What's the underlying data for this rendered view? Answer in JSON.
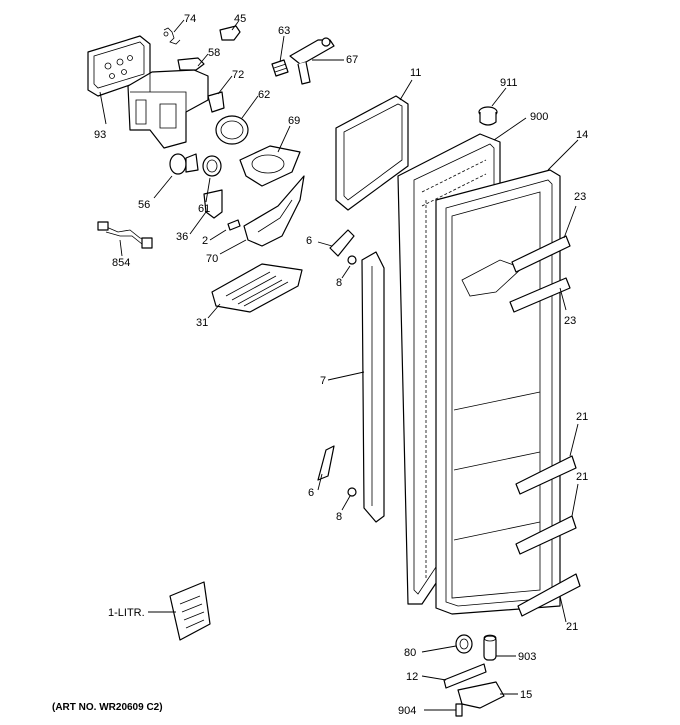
{
  "diagram": {
    "art_number": "(ART NO. WR20609 C2)",
    "callouts": {
      "c74": "74",
      "c45": "45",
      "c63": "63",
      "c67": "67",
      "c58": "58",
      "c72": "72",
      "c62": "62",
      "c93": "93",
      "c69": "69",
      "c56": "56",
      "c61": "61",
      "c36": "36",
      "c2": "2",
      "c70": "70",
      "c854": "854",
      "c31": "31",
      "c11": "11",
      "c911": "911",
      "c900": "900",
      "c14": "14",
      "c23a": "23",
      "c23b": "23",
      "c6a": "6",
      "c8a": "8",
      "c7": "7",
      "c21a": "21",
      "c21b": "21",
      "c21c": "21",
      "c6b": "6",
      "c8b": "8",
      "c1litr": "1-LITR.",
      "c80": "80",
      "c903": "903",
      "c12": "12",
      "c15": "15",
      "c904": "904"
    }
  }
}
